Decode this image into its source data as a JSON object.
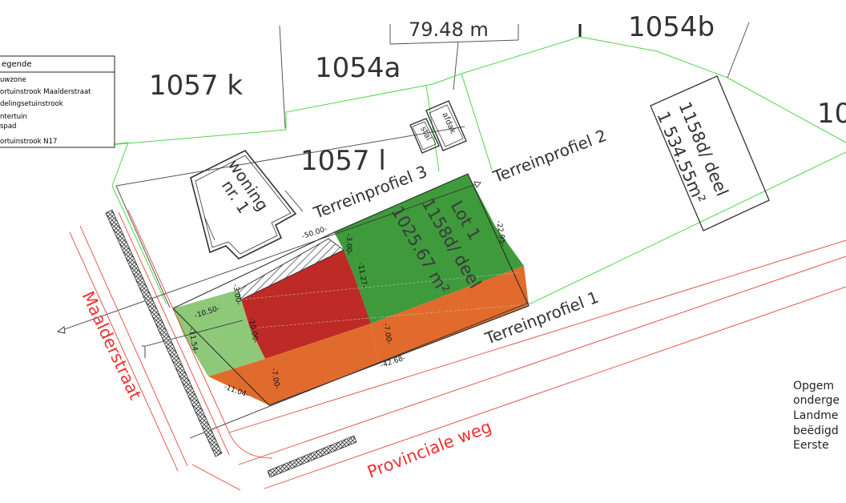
{
  "legend": {
    "title": "egende",
    "items": [
      "uwzone",
      "ortuinstrook Maalderstraat",
      "delingsetuinstrook",
      "ntertuin",
      "spad",
      "ortuinstrook N17"
    ]
  },
  "parcels": {
    "p1057k": "1057 k",
    "p1054a": "1054a",
    "p1054b": "1054b",
    "p1057l": "1057 l",
    "p10": "10",
    "top_measure": "79.48 m",
    "deel_line1": "1158d/ deel",
    "deel_line2": "1 534.55m²"
  },
  "buildings": {
    "woning_line1": "woning",
    "woning_line2": "nr. 1",
    "stal": "stal",
    "afdak": "afdak"
  },
  "lot": {
    "line1": "Lot 1",
    "line2": "1158d/ deel",
    "line3": "1025.67 m²"
  },
  "profiles": {
    "tp1": "Terreinprofiel 1",
    "tp2": "Terreinprofiel 2",
    "tp3": "Terreinprofiel 3"
  },
  "dimensions": {
    "d50": "-50.00-",
    "d3a": "-3.00-",
    "d3b": "-3.00-",
    "d1127": "-11.27-",
    "d2295": "-22.95-",
    "d1050": "-10.50-",
    "d1000": "-10.00-",
    "d1154": "-11.54-",
    "d700a": "-7.00-",
    "d700b": "-7.00-",
    "d1104": "-11.04-",
    "d4268": "-42.68-"
  },
  "streets": {
    "maalderstraat": "Maalderstraat",
    "provinciale": "Provinciale weg"
  },
  "note": {
    "l1": "Opgem",
    "l2": "onderge",
    "l3": "Landme",
    "l4": "beëdigd",
    "l5": "Eerste"
  },
  "colors": {
    "dark_green": "#3f9a3c",
    "light_green": "#8ec97a",
    "dark_red": "#be2a26",
    "orange": "#e16b2c",
    "parcel_line": "#4fd64a",
    "road_line": "#e0463a"
  }
}
